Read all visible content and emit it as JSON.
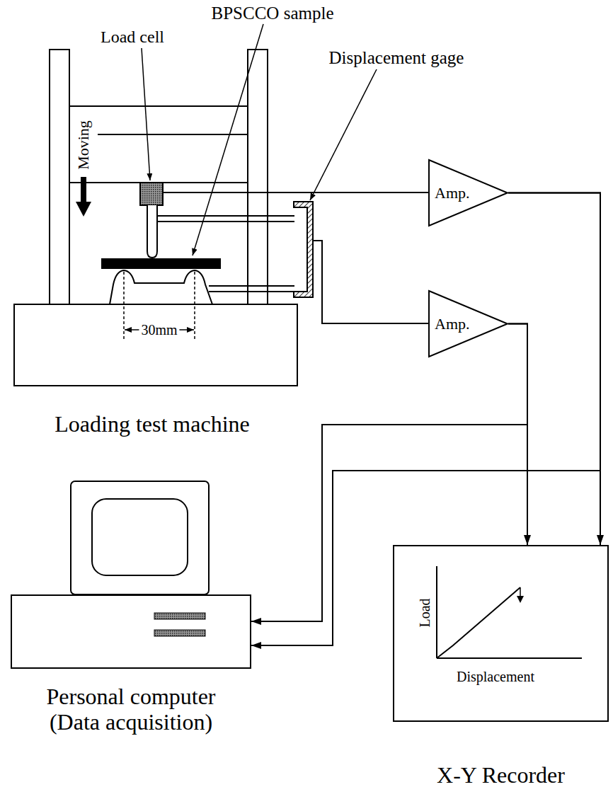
{
  "diagram": {
    "nodes": [
      {
        "text": [
          "Amp."
        ]
      },
      {
        "text": [
          "Amp."
        ]
      },
      {
        "text": [
          "Personal computer (Data acquisition)"
        ]
      },
      {
        "text": [
          "X-Y Recorder"
        ]
      }
    ],
    "edges": [
      {
        "from": 0,
        "to": 3,
        "arrow": "to"
      },
      {
        "from": 0,
        "to": 2,
        "arrow": "to"
      },
      {
        "from": 1,
        "to": 3,
        "arrow": "to"
      },
      {
        "from": 1,
        "to": 2,
        "arrow": "to"
      }
    ],
    "labels": [
      "BPSCCO sample",
      "Load cell",
      "Displacement gage",
      "Moving",
      "30mm",
      "Loading test machine",
      "Load",
      "Displacement"
    ]
  }
}
